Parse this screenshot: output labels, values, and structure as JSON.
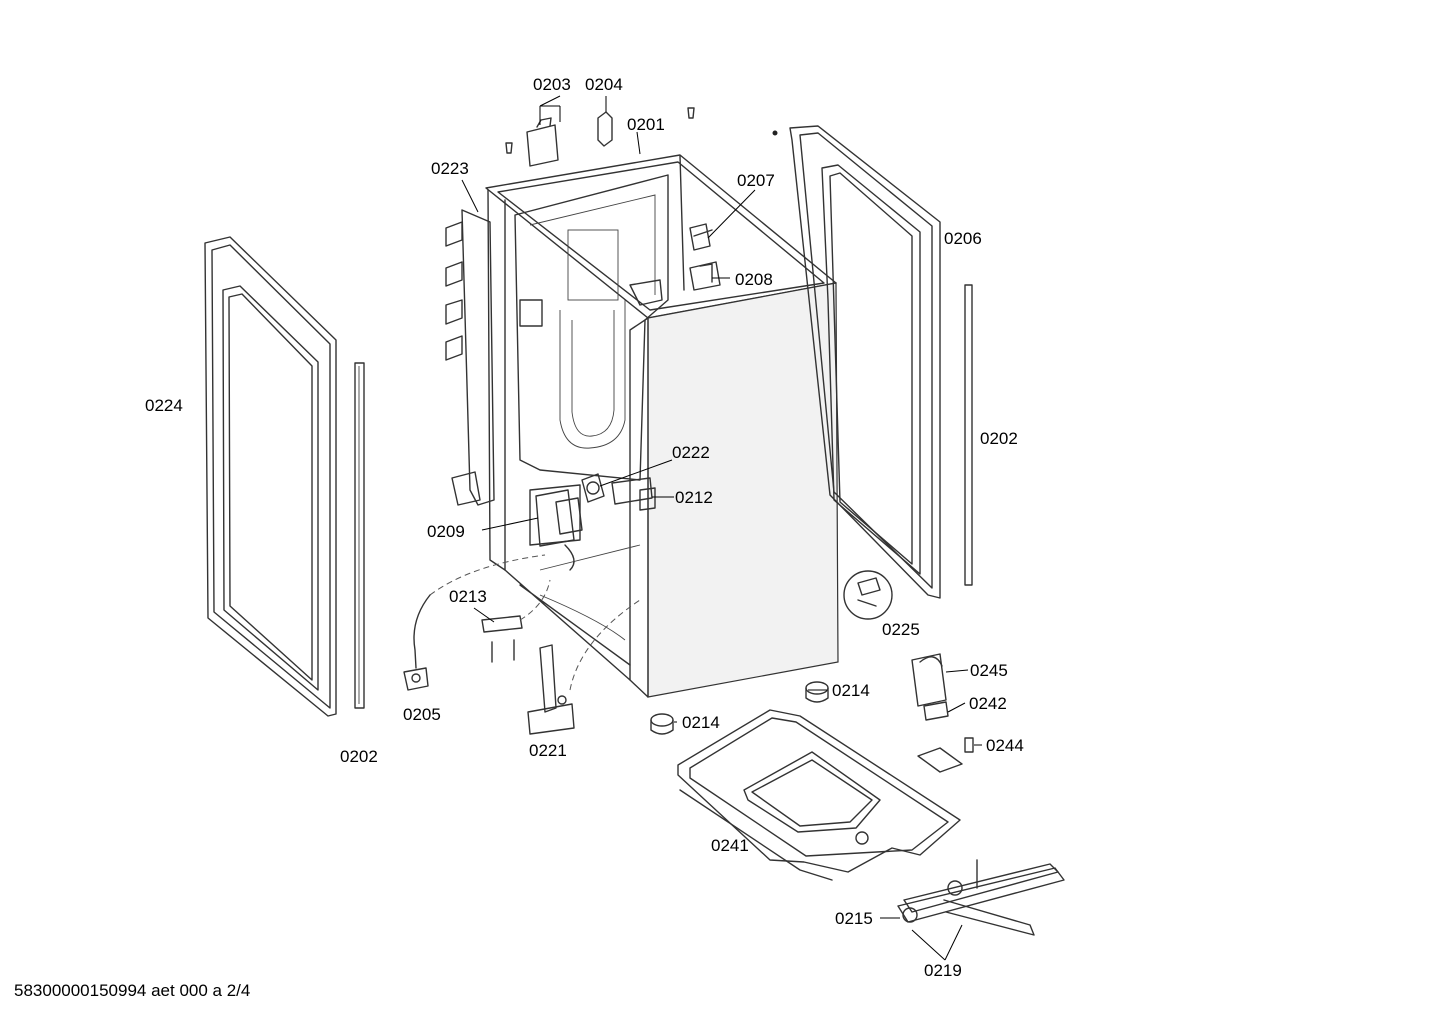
{
  "footer": {
    "drawing_id": "58300000150994 aet 000 a 2/4"
  },
  "callouts": {
    "p0201": "0201",
    "p0202a": "0202",
    "p0202b": "0202",
    "p0203": "0203",
    "p0204": "0204",
    "p0205": "0205",
    "p0206": "0206",
    "p0207": "0207",
    "p0208": "0208",
    "p0209": "0209",
    "p0212": "0212",
    "p0213": "0213",
    "p0214a": "0214",
    "p0214b": "0214",
    "p0215": "0215",
    "p0219": "0219",
    "p0221": "0221",
    "p0222": "0222",
    "p0223": "0223",
    "p0224": "0224",
    "p0225": "0225",
    "p0241": "0241",
    "p0242": "0242",
    "p0244": "0244",
    "p0245": "0245"
  }
}
